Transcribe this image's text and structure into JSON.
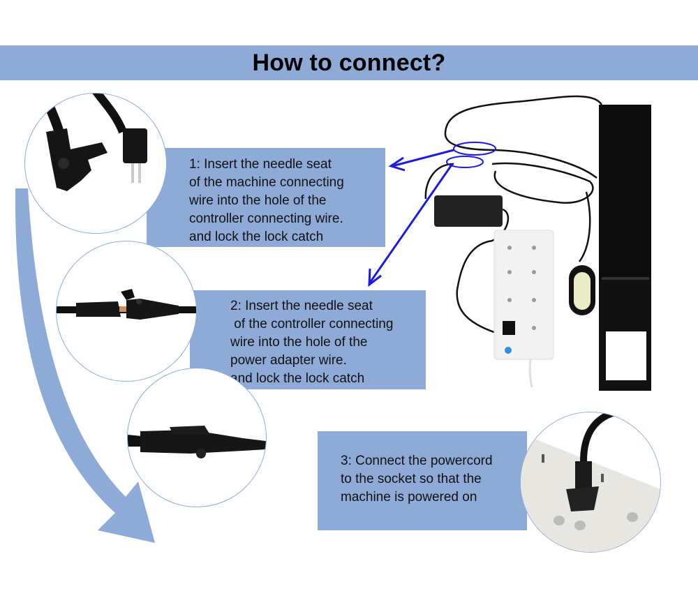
{
  "header": {
    "title": "How to connect?"
  },
  "steps": [
    {
      "number": "1",
      "lines": [
        "1: Insert the needle seat",
        "of the machine connecting",
        "wire into the hole of the",
        "controller connecting wire.",
        "and lock the lock catch"
      ]
    },
    {
      "number": "2",
      "lines": [
        "2: Insert the needle seat",
        " of the controller connecting",
        "wire into the hole of the",
        "power adapter wire.",
        "and lock the lock catch"
      ]
    },
    {
      "number": "3",
      "lines": [
        "3: Connect the powercord",
        "to the socket so that the",
        "machine is powered on"
      ]
    }
  ],
  "images": {
    "connector_open": "machine-wire-connector-unlocked",
    "connector_inserting": "connector-inserting",
    "connector_locked": "connector-locked",
    "plug_in_socket": "power-plug-in-socket",
    "product_overview": "actuator-with-adapter-controller-and-power-strip"
  },
  "colors": {
    "accent": "#8eaad7",
    "pointer": "#1a1ae6",
    "text": "#111111"
  }
}
